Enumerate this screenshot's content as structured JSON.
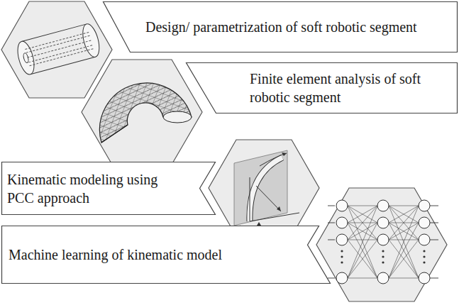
{
  "diagram": {
    "nodes": [
      {
        "text": [
          "Design/ parametrization of soft robotic segment"
        ]
      },
      {
        "text": [
          "Finite element analysis of soft robotic segment"
        ]
      },
      {
        "text": [
          "Kinematic modeling using PCC approach"
        ]
      },
      {
        "text": [
          "Machine learning of kinematic model"
        ]
      }
    ]
  }
}
